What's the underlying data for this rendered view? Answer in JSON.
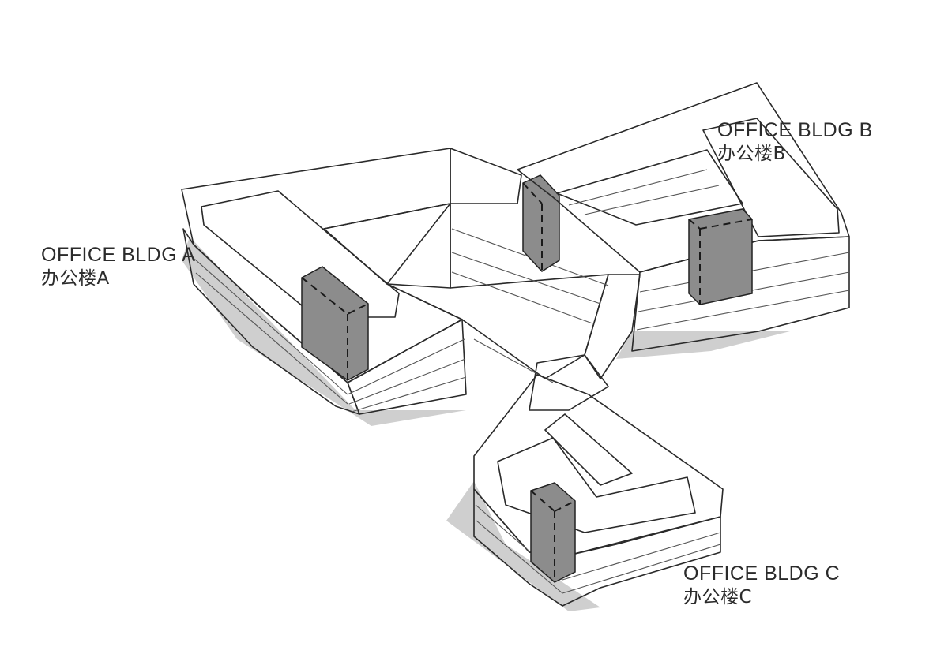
{
  "colors": {
    "building_a": "#dfe9bf",
    "building_b": "#f1f0bd",
    "building_c": "#b5cbe6",
    "bridge": "#ffffff",
    "core": "#8c8c8c",
    "shadow": "#c9c9c9"
  },
  "labels": {
    "building_a": {
      "en": "OFFICE BLDG A",
      "cn": "办公楼A"
    },
    "building_b": {
      "en": "OFFICE BLDG B",
      "cn": "办公楼B"
    },
    "building_c": {
      "en": "OFFICE BLDG C",
      "cn": "办公楼C"
    }
  }
}
